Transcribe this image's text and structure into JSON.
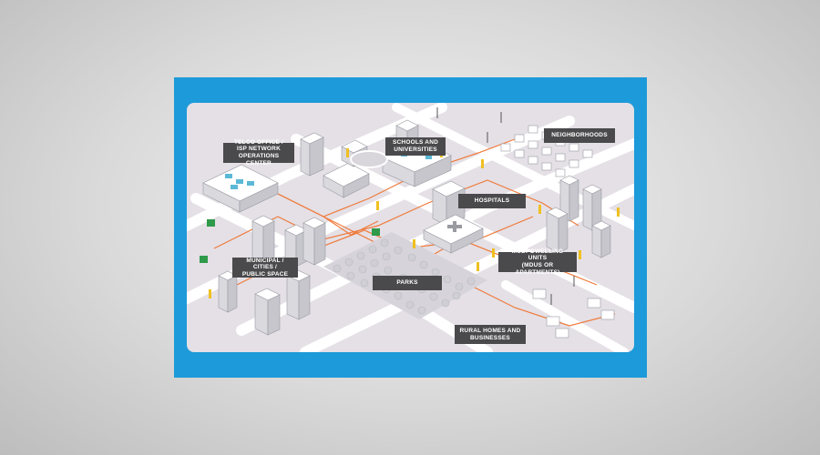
{
  "diagram": {
    "labels": {
      "telco": "TELCO OFFICE /\nISP NETWORK\nOPERATIONS CENTER",
      "schools": "SCHOOLS AND\nUNIVERSITIES",
      "neighborhoods": "NEIGHBORHOODS",
      "hospitals": "HOSPITALS",
      "municipal": "MUNICIPAL / CITIES /\nPUBLIC SPACE",
      "parks": "PARKS",
      "mdu": "MULT-DWELLING UNITS\n(MDUs OR APARTMENTS)",
      "rural": "RURAL HOMES AND\nBUSINESSES"
    },
    "colors": {
      "frame": "#1d9ad9",
      "map_ground": "#e4e0e6",
      "road": "#ffffff",
      "fiber": "#f07a3a",
      "label_bg": "#4a4a4c",
      "building": "#eeeef2",
      "roof_accent": "#5bb8d6",
      "cabinet": "#2f9a4a",
      "bollard": "#f0c020",
      "tree": "#cfcfd4"
    }
  }
}
